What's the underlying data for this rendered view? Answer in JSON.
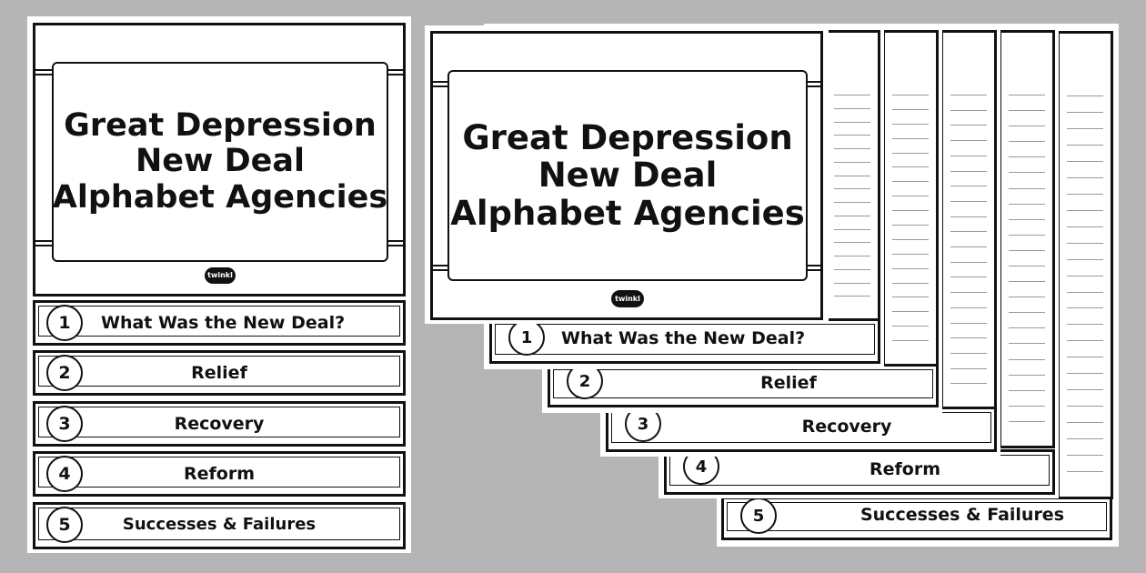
{
  "cover": {
    "title_lines": [
      "Great Depression",
      "New Deal",
      "Alphabet Agencies"
    ],
    "logo_text": "twinkl"
  },
  "sections": [
    {
      "number": "1",
      "label": "What Was the New Deal?"
    },
    {
      "number": "2",
      "label": "Relief"
    },
    {
      "number": "3",
      "label": "Recovery"
    },
    {
      "number": "4",
      "label": "Reform"
    },
    {
      "number": "5",
      "label": "Successes & Failures"
    }
  ],
  "colors": {
    "background": "#b5b5b5",
    "ink": "#111111",
    "paper": "#ffffff"
  }
}
